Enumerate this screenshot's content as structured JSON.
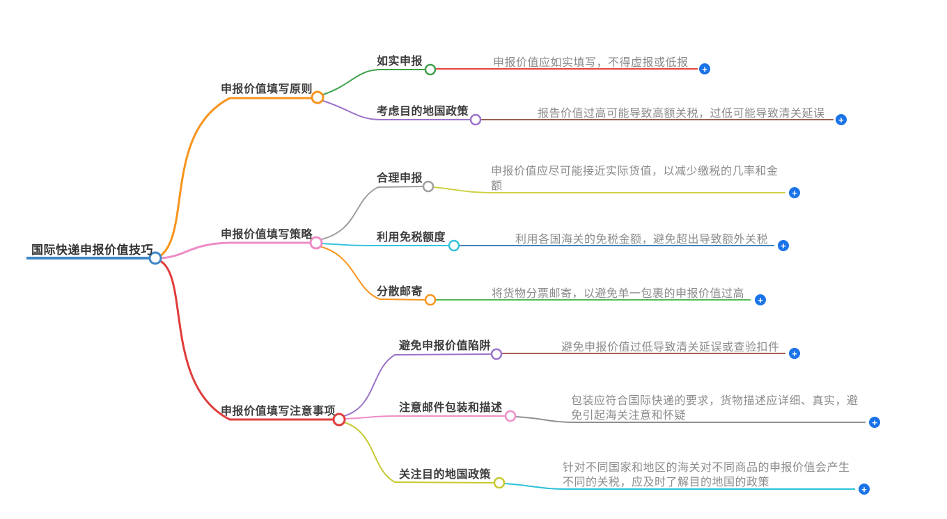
{
  "root": {
    "label": "国际快递申报价值技巧"
  },
  "branches": [
    {
      "label": "申报价值填写原则",
      "children": [
        {
          "label": "如实申报",
          "note": "申报价值应如实填写，不得虚报或低报"
        },
        {
          "label": "考虑目的地国政策",
          "note": "报告价值过高可能导致高额关税，过低可能导致清关延误"
        }
      ]
    },
    {
      "label": "申报价值填写策略",
      "children": [
        {
          "label": "合理申报",
          "note": "申报价值应尽可能接近实际货值，以减少缴税的几率和金额"
        },
        {
          "label": "利用免税额度",
          "note": "利用各国海关的免税金额，避免超出导致额外关税"
        },
        {
          "label": "分散邮寄",
          "note": "将货物分票邮寄，以避免单一包裹的申报价值过高"
        }
      ]
    },
    {
      "label": "申报价值填写注意事项",
      "children": [
        {
          "label": "避免申报价值陷阱",
          "note": "避免申报价值过低导致清关延误或查验扣件"
        },
        {
          "label": "注意邮件包装和描述",
          "note": "包装应符合国际快递的要求，货物描述应详细、真实，避免引起海关注意和怀疑"
        },
        {
          "label": "关注目的地国政策",
          "note": "针对不同国家和地区的海关对不同商品的申报价值会产生不同的关税，应及时了解目的地国的政策"
        }
      ]
    }
  ],
  "icons": {
    "add": "+"
  },
  "colors": {
    "root_line": "#3d86c6",
    "branch_principle": "#f7941d",
    "branch_strategy": "#ee8cc6",
    "branch_notes": "#e03c3c",
    "child_honest": "#3fa14b",
    "child_policy": "#9b72cb",
    "child_reasonable": "#9e9e9e",
    "child_dutyfree": "#35c3dc",
    "child_split": "#f7941d",
    "child_trap": "#9b72cb",
    "child_packaging": "#ee8cc6",
    "child_destination": "#c6c92e",
    "leaf_honest": "#e3443a",
    "leaf_policy": "#9d5f55",
    "leaf_reasonable": "#cfd045",
    "leaf_dutyfree": "#4382bc",
    "leaf_split": "#53b854",
    "leaf_trap": "#ab5f52",
    "leaf_packaging": "#8f8f8f",
    "leaf_destination": "#2bc1d8",
    "add_button": "#1a73e8"
  }
}
